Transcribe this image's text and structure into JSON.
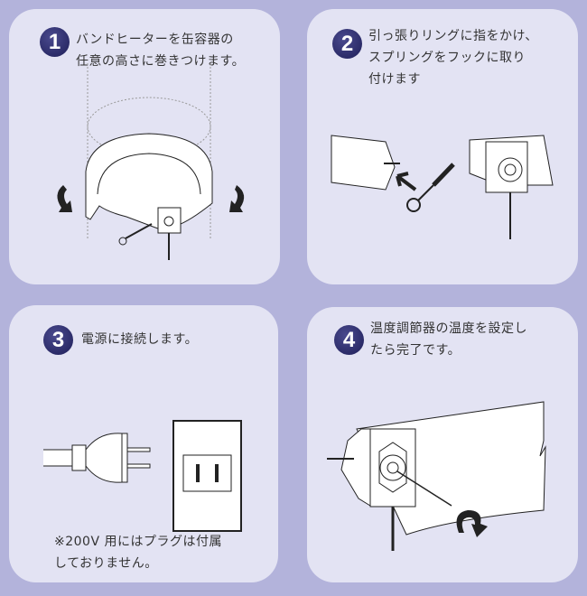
{
  "steps": [
    {
      "number": "1",
      "text": "バンドヒーターを缶容器の\n任意の高さに巻きつけます。"
    },
    {
      "number": "2",
      "text": "引っ張りリングに指をかけ、\nスプリングをフックに取り\n付けます"
    },
    {
      "number": "3",
      "text": "電源に接続します。",
      "note": "※200V 用にはプラグは付属\nしておりません。"
    },
    {
      "number": "4",
      "text": "温度調節器の温度を設定し\nたら完了です。"
    }
  ],
  "colors": {
    "background": "#b3b3db",
    "card": "#e3e3f3",
    "badge": "#24245e"
  }
}
